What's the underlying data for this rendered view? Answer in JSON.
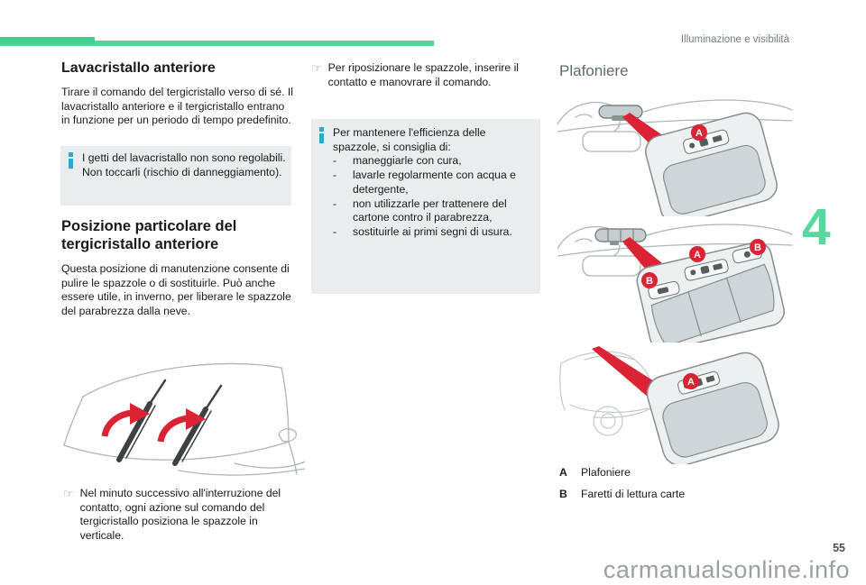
{
  "page": {
    "header": "Illuminazione e visibilità",
    "chapter_number": "4",
    "page_number": "55",
    "watermark": "carmanualsonline.info"
  },
  "icons": {
    "pointer_hand": "☞"
  },
  "colors": {
    "accent_green": "#4fd79a",
    "chapter_green": "#57d89f",
    "info_blue": "#2aa9d2",
    "alert_red": "#da2333",
    "heading_gray": "#5d6c6c",
    "infobox_bg": "#e9edee",
    "watermark_gray": "#9aa1a1"
  },
  "left_column": {
    "section1": {
      "title": "Lavacristallo anteriore",
      "body": "Tirare il comando del tergicristallo verso di sé. Il lavacristallo anteriore e il tergicristallo entrano in funzione per un periodo di tempo predefinito.",
      "info_note": "I getti del lavacristallo non sono regolabili. Non toccarli (rischio di danneggiamento)."
    },
    "section2": {
      "title": "Posizione particolare del tergicristallo anteriore",
      "body": "Questa posizione di manutenzione consente di pulire le spazzole o di sostituirle. Può anche essere utile, in inverno, per liberare le spazzole del parabrezza dalla neve.",
      "pointer_note": "Nel minuto successivo all'interruzione del contatto, ogni azione sul comando del tergicristallo posiziona le spazzole in verticale."
    }
  },
  "middle_column": {
    "pointer_note": "Per riposizionare le spazzole, inserire il contatto e manovrare il comando.",
    "info_note": {
      "intro": "Per mantenere l'efficienza delle spazzole, si consiglia di:",
      "bullet": "-",
      "items": [
        "maneggiarle con cura,",
        "lavarle regolarmente con acqua e detergente,",
        "non utilizzarle per trattenere del cartone contro il parabrezza,",
        "sostituirle ai primi segni di usura."
      ]
    }
  },
  "right_column": {
    "title": "Plafoniere",
    "badges": {
      "a": "A",
      "b": "B"
    },
    "legend": [
      {
        "key": "A",
        "label": "Plafoniere"
      },
      {
        "key": "B",
        "label": "Faretti di lettura carte"
      }
    ]
  }
}
